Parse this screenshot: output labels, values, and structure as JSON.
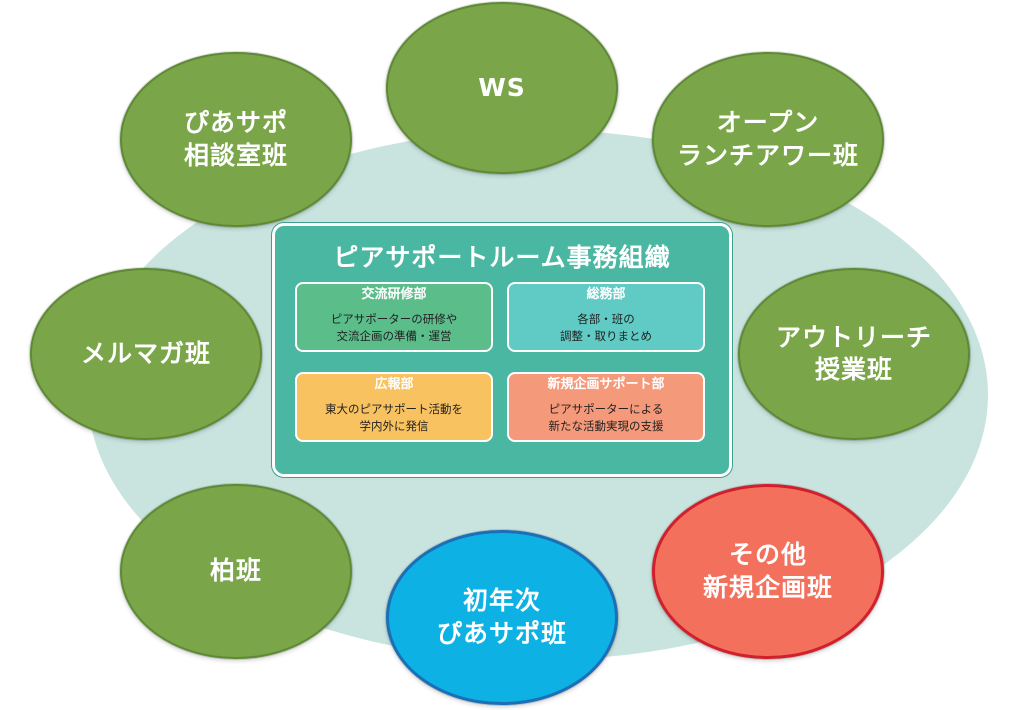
{
  "colors": {
    "background_ellipse": "#c9e4df",
    "group_green": "#7aa649",
    "group_blue": "#0db1e3",
    "group_red": "#f2705c",
    "panel": "#4ab7a2"
  },
  "groups": {
    "soudan": {
      "lines": [
        "ぴあサポ",
        "相談室班"
      ]
    },
    "ws": {
      "lines": [
        "WS"
      ]
    },
    "open": {
      "lines": [
        "オープン",
        "ランチアワー班"
      ]
    },
    "mail": {
      "lines": [
        "メルマガ班"
      ]
    },
    "outreach": {
      "lines": [
        "アウトリーチ",
        "授業班"
      ]
    },
    "kashiwa": {
      "lines": [
        "柏班"
      ]
    },
    "first_year": {
      "lines": [
        "初年次",
        "ぴあサポ班"
      ]
    },
    "other": {
      "lines": [
        "その他",
        "新規企画班"
      ]
    }
  },
  "office": {
    "title": "ピアサポートルーム事務組織",
    "departments": {
      "kouryu": {
        "name": "交流研修部",
        "desc": [
          "ピアサポーターの研修や",
          "交流企画の準備・運営"
        ]
      },
      "soumu": {
        "name": "総務部",
        "desc": [
          "各部・班の",
          "調整・取りまとめ"
        ]
      },
      "kouhou": {
        "name": "広報部",
        "desc": [
          "東大のピアサポート活動を",
          "学内外に発信"
        ]
      },
      "shinki": {
        "name": "新規企画サポート部",
        "desc": [
          "ピアサポーターによる",
          "新たな活動実現の支援"
        ]
      }
    }
  }
}
